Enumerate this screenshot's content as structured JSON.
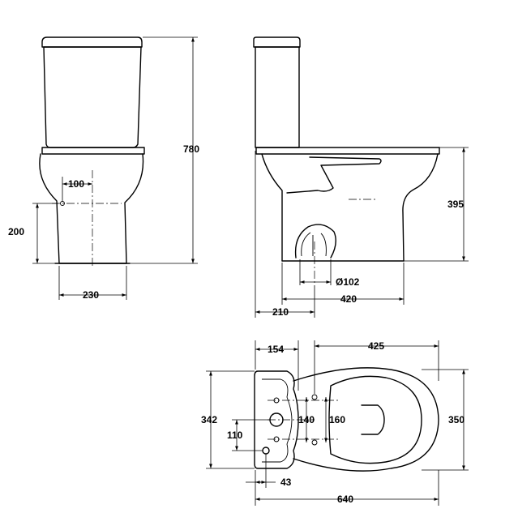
{
  "dimensions": {
    "front_height": "780",
    "front_outlet_offset": "100",
    "front_outlet_height": "200",
    "front_base_width": "230",
    "side_bowl_height": "395",
    "side_outlet_diameter": "Ø102",
    "side_base_length": "420",
    "side_wall_offset": "210",
    "top_tank_depth": "154",
    "top_bowl_length": "425",
    "top_width": "342",
    "top_fixing_height": "110",
    "top_inlet_spacing": "140",
    "top_seat_spacing": "160",
    "top_overall_width": "350",
    "top_inlet_offset": "43",
    "top_overall_length": "640"
  }
}
